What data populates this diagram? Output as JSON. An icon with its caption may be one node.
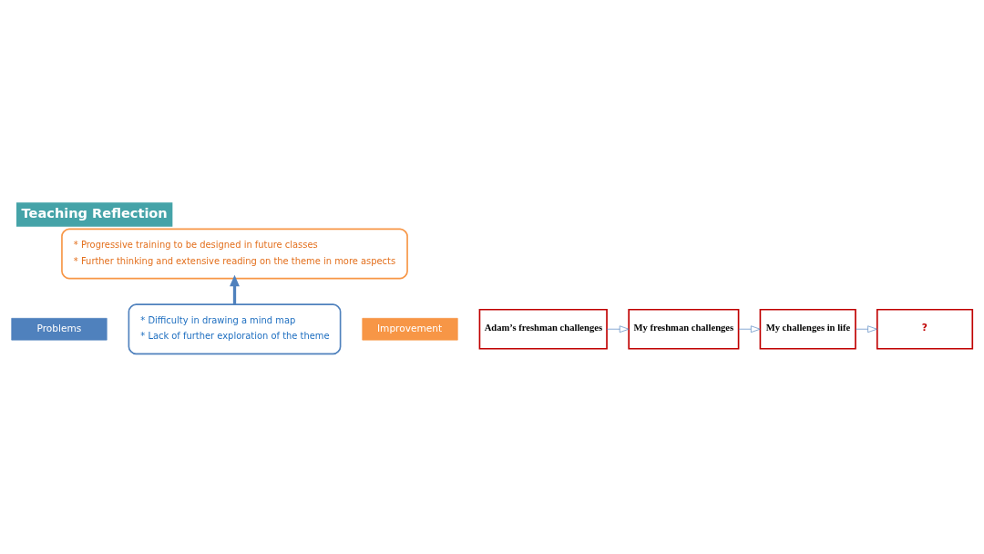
{
  "diagram": {
    "title": "Teaching Reflection",
    "nodes": [
      {
        "text": [
          "Problems"
        ]
      },
      {
        "text": [
          "* Difficulty in drawing a mind map",
          "* Lack of further exploration of the theme"
        ]
      },
      {
        "text": [
          "Improvement"
        ]
      },
      {
        "text": [
          "* Progressive training to be designed in future classes",
          "* Further thinking and extensive reading on the theme in more aspects"
        ]
      },
      {
        "text": [
          "Adam’s freshman challenges"
        ]
      },
      {
        "text": [
          "My freshman challenges"
        ]
      },
      {
        "text": [
          "My challenges in life"
        ]
      },
      {
        "text": [
          "?"
        ]
      }
    ],
    "edges": [
      {
        "from": 1,
        "to": 3,
        "arrow": "to",
        "style": "thick"
      },
      {
        "from": 4,
        "to": 5,
        "arrow": "to"
      },
      {
        "from": 5,
        "to": 6,
        "arrow": "to"
      },
      {
        "from": 6,
        "to": 7,
        "arrow": "to"
      }
    ]
  }
}
